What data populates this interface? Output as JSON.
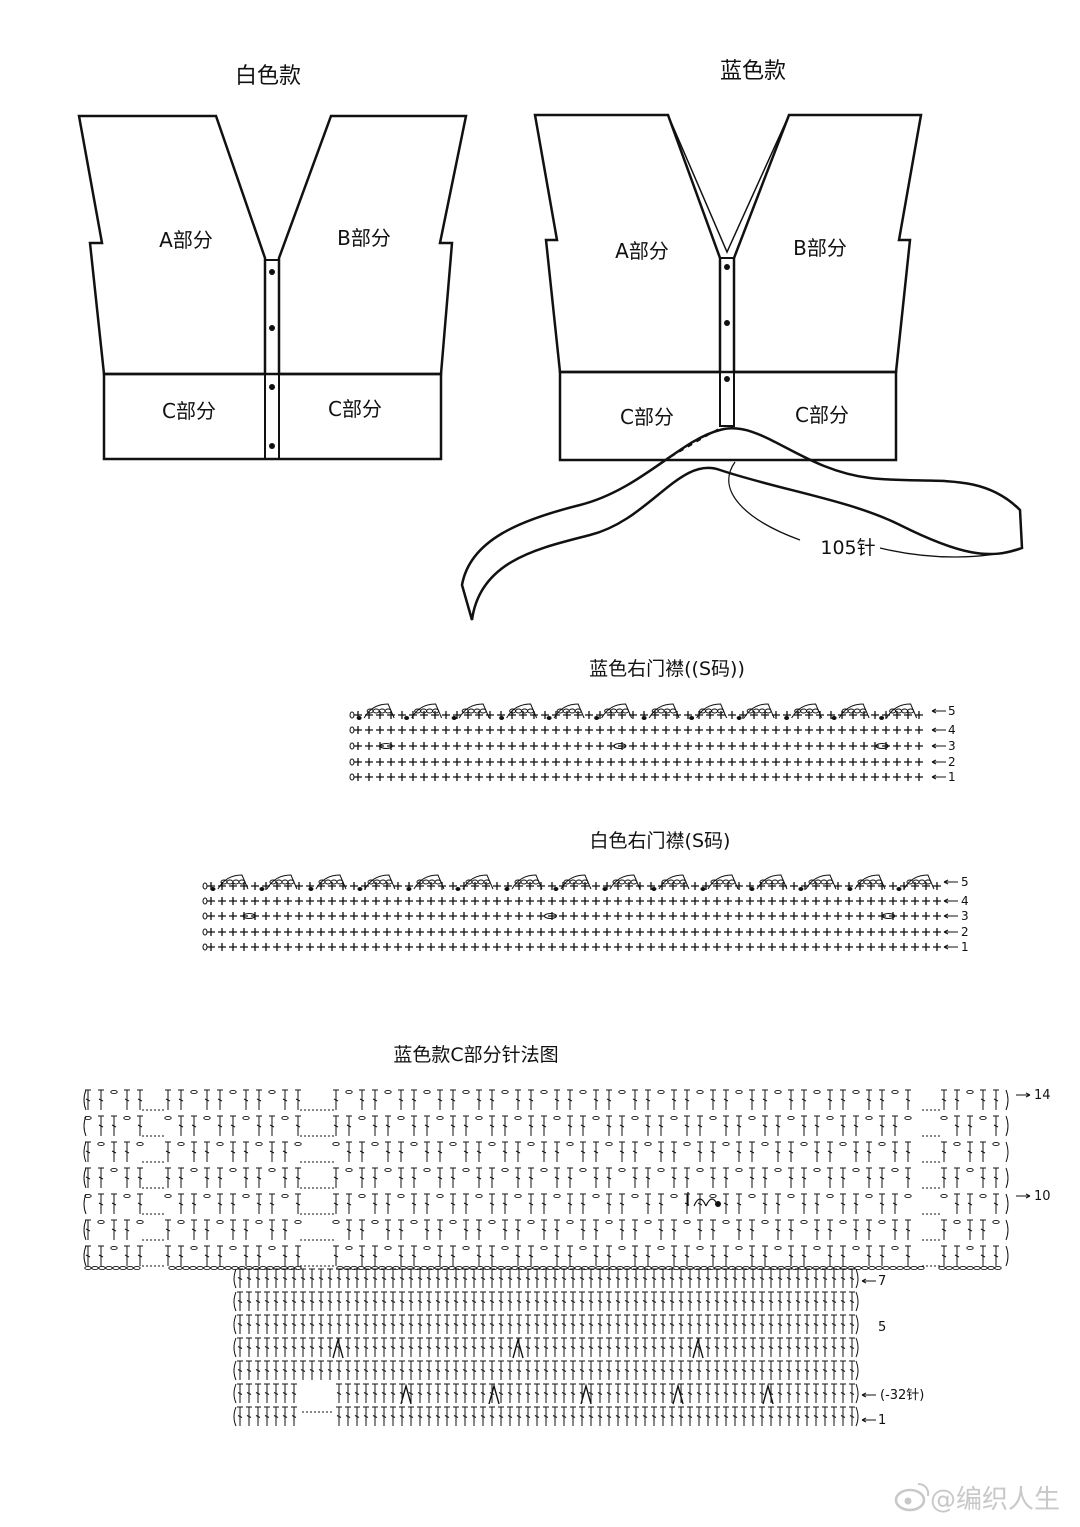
{
  "white_style": {
    "title": "白色款",
    "part_a": "A部分",
    "part_b": "B部分",
    "part_c_left": "C部分",
    "part_c_right": "C部分"
  },
  "blue_style": {
    "title": "蓝色款",
    "part_a": "A部分",
    "part_b": "B部分",
    "part_c_left": "C部分",
    "part_c_right": "C部分",
    "band_count": "105针"
  },
  "blue_placket": {
    "title": "蓝色右门襟((S码))",
    "row_labels": [
      "5",
      "4",
      "3",
      "2",
      "1"
    ]
  },
  "white_placket": {
    "title": "白色右门襟(S码)",
    "row_labels": [
      "5",
      "4",
      "3",
      "2",
      "1"
    ]
  },
  "c_chart": {
    "title": "蓝色款C部分针法图",
    "upper_row_labels": [
      "14",
      "10"
    ],
    "lower_row_labels": [
      "7",
      "5",
      "(-32针)",
      "1"
    ]
  },
  "watermark": {
    "icon": "weibo-icon",
    "text": "@编织人生"
  }
}
